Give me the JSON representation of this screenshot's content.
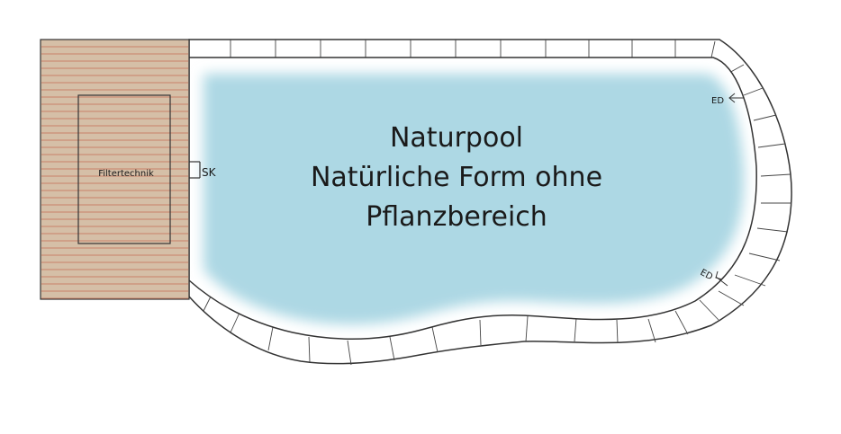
{
  "title": {
    "line1": "Naturpool",
    "line2": "Natürliche Form ohne",
    "line3": "Pflanzbereich"
  },
  "labels": {
    "filter": "Filtertechnik",
    "skimmer": "SK",
    "inlet_top": "ED",
    "inlet_bottom": "ED"
  },
  "colors": {
    "water": "#add8e4",
    "water_edge": "#ffffff",
    "deck_fill": "#d5bfa7",
    "deck_line": "#c9826a",
    "outline": "#333333"
  }
}
